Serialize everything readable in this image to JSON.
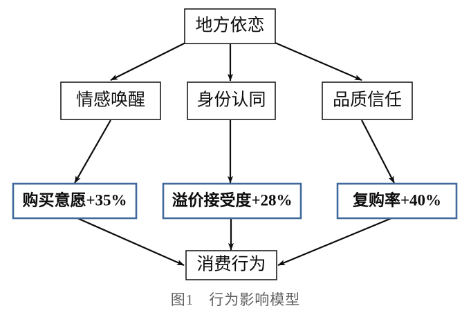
{
  "figure": {
    "caption": "图1　行为影响模型",
    "caption_label": "图1",
    "caption_title": "行为影响模型"
  },
  "colors": {
    "box_border_plain": "#1c1c1c",
    "box_border_result": "#41699c",
    "edge": "#0c0c0c",
    "text": "#0d0d0d",
    "caption_text": "#5f5f5f",
    "background": "#ffffff"
  },
  "nodes": {
    "root": {
      "label": "地方依恋",
      "type": "plain"
    },
    "mediators": [
      {
        "label": "情感唤醒",
        "type": "plain"
      },
      {
        "label": "身份认同",
        "type": "plain"
      },
      {
        "label": "品质信任",
        "type": "plain"
      }
    ],
    "outcomes": [
      {
        "label": "购买意愿+35%",
        "type": "result",
        "metric": "购买意愿",
        "value": "+35%"
      },
      {
        "label": "溢价接受度+28%",
        "type": "result",
        "metric": "溢价接受度",
        "value": "+28%"
      },
      {
        "label": "复购率+40%",
        "type": "result",
        "metric": "复购率",
        "value": "+40%"
      }
    ],
    "terminal": {
      "label": "消费行为",
      "type": "plain"
    }
  },
  "edges": [
    {
      "from": "地方依恋",
      "to": "情感唤醒"
    },
    {
      "from": "地方依恋",
      "to": "身份认同"
    },
    {
      "from": "地方依恋",
      "to": "品质信任"
    },
    {
      "from": "情感唤醒",
      "to": "购买意愿+35%"
    },
    {
      "from": "身份认同",
      "to": "溢价接受度+28%"
    },
    {
      "from": "品质信任",
      "to": "复购率+40%"
    },
    {
      "from": "购买意愿+35%",
      "to": "消费行为"
    },
    {
      "from": "溢价接受度+28%",
      "to": "消费行为"
    },
    {
      "from": "复购率+40%",
      "to": "消费行为"
    }
  ]
}
